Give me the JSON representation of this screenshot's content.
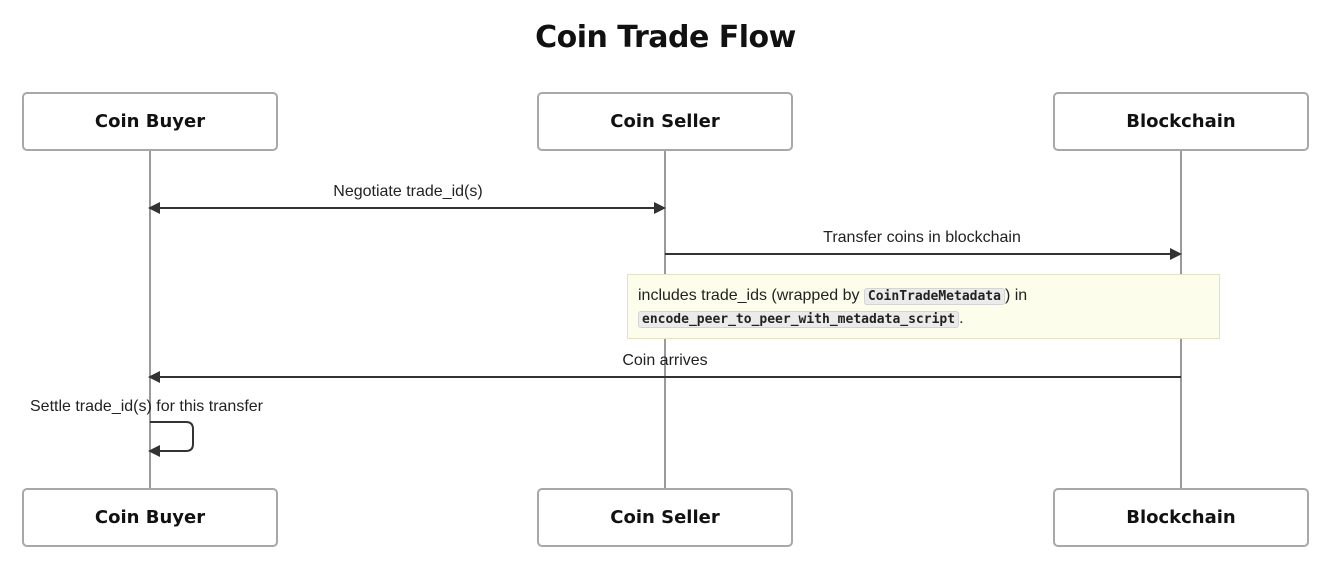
{
  "diagram": {
    "title": "Coin Trade Flow",
    "participants": [
      "Coin Buyer",
      "Coin Seller",
      "Blockchain"
    ],
    "messages": [
      {
        "label": "Negotiate trade_id(s)",
        "from": "Coin Buyer",
        "to": "Coin Seller",
        "bidirectional": true
      },
      {
        "label": "Transfer coins in blockchain",
        "from": "Coin Seller",
        "to": "Blockchain"
      },
      {
        "label": "Coin arrives",
        "from": "Blockchain",
        "to": "Coin Buyer"
      },
      {
        "label": "Settle trade_id(s) for this transfer",
        "from": "Coin Buyer",
        "to": "Coin Buyer"
      }
    ],
    "note": {
      "text_before": "includes trade_ids (wrapped by ",
      "code1": "CoinTradeMetadata",
      "text_middle": ") in",
      "code2": "encode_peer_to_peer_with_metadata_script",
      "text_after": "."
    },
    "colors": {
      "lifeline": "#9a9a9a",
      "arrow": "#333333",
      "note_background": "#fdfdeb",
      "actor_border": "#a8a8a8"
    }
  }
}
